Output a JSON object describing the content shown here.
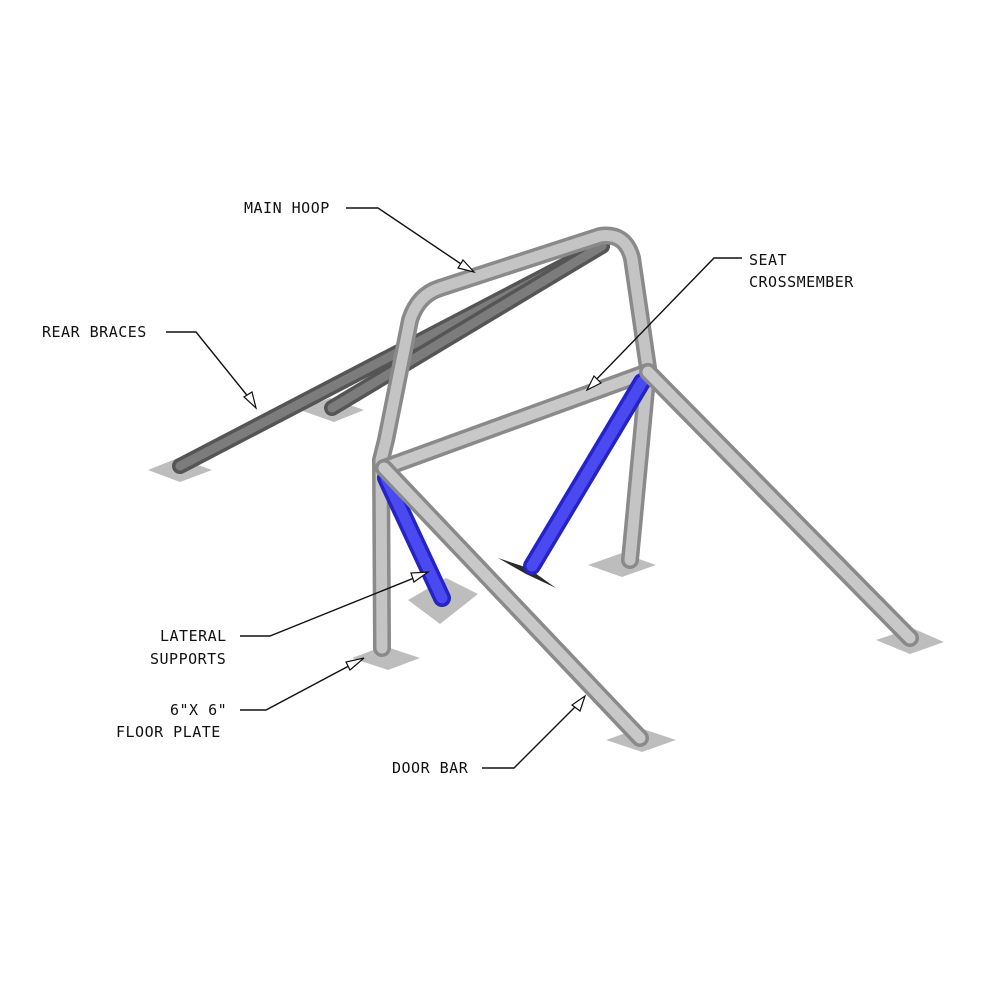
{
  "labels": {
    "main_hoop": "MAIN HOOP",
    "rear_braces": "REAR BRACES",
    "seat_crossmember_line1": "SEAT",
    "seat_crossmember_line2": "CROSSMEMBER",
    "lateral_supports_line1": "LATERAL",
    "lateral_supports_line2": "SUPPORTS",
    "floor_plate_line1": "6\"X 6\"",
    "floor_plate_line2": "FLOOR PLATE",
    "door_bar": "DOOR BAR"
  },
  "colors": {
    "tube_gray": "#b9b9b9",
    "tube_dark": "#6f6f6f",
    "lateral_blue": "#3a3ae6",
    "plate_gray": "#bdbdbd",
    "background": "#ffffff",
    "text": "#111111"
  }
}
